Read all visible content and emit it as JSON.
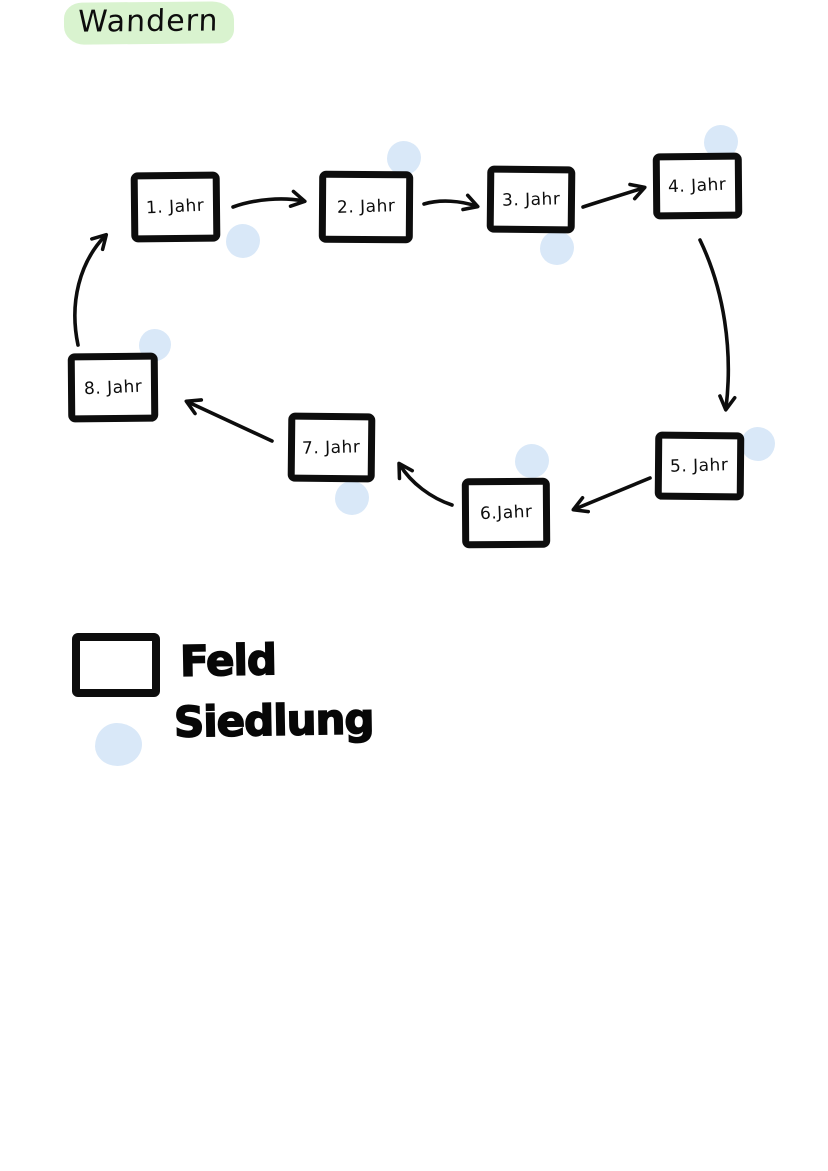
{
  "title": "Wandern",
  "diagram": {
    "boxes": [
      {
        "label": "1. Jahr"
      },
      {
        "label": "2. Jahr"
      },
      {
        "label": "3. Jahr"
      },
      {
        "label": "4. Jahr"
      },
      {
        "label": "5. Jahr"
      },
      {
        "label": "6.Jahr"
      },
      {
        "label": "7. Jahr"
      },
      {
        "label": "8. Jahr"
      }
    ],
    "cycle_order": [
      "1. Jahr",
      "2. Jahr",
      "3. Jahr",
      "4. Jahr",
      "5. Jahr",
      "6.Jahr",
      "7. Jahr",
      "8. Jahr",
      "1. Jahr"
    ]
  },
  "legend": {
    "field_label": "Feld",
    "settlement_label": "Siedlung"
  },
  "colors": {
    "highlight_green": "#d9f3cf",
    "settlement_blue": "#d9e8f8",
    "ink_black": "#0d0d0d",
    "background": "#ffffff"
  }
}
